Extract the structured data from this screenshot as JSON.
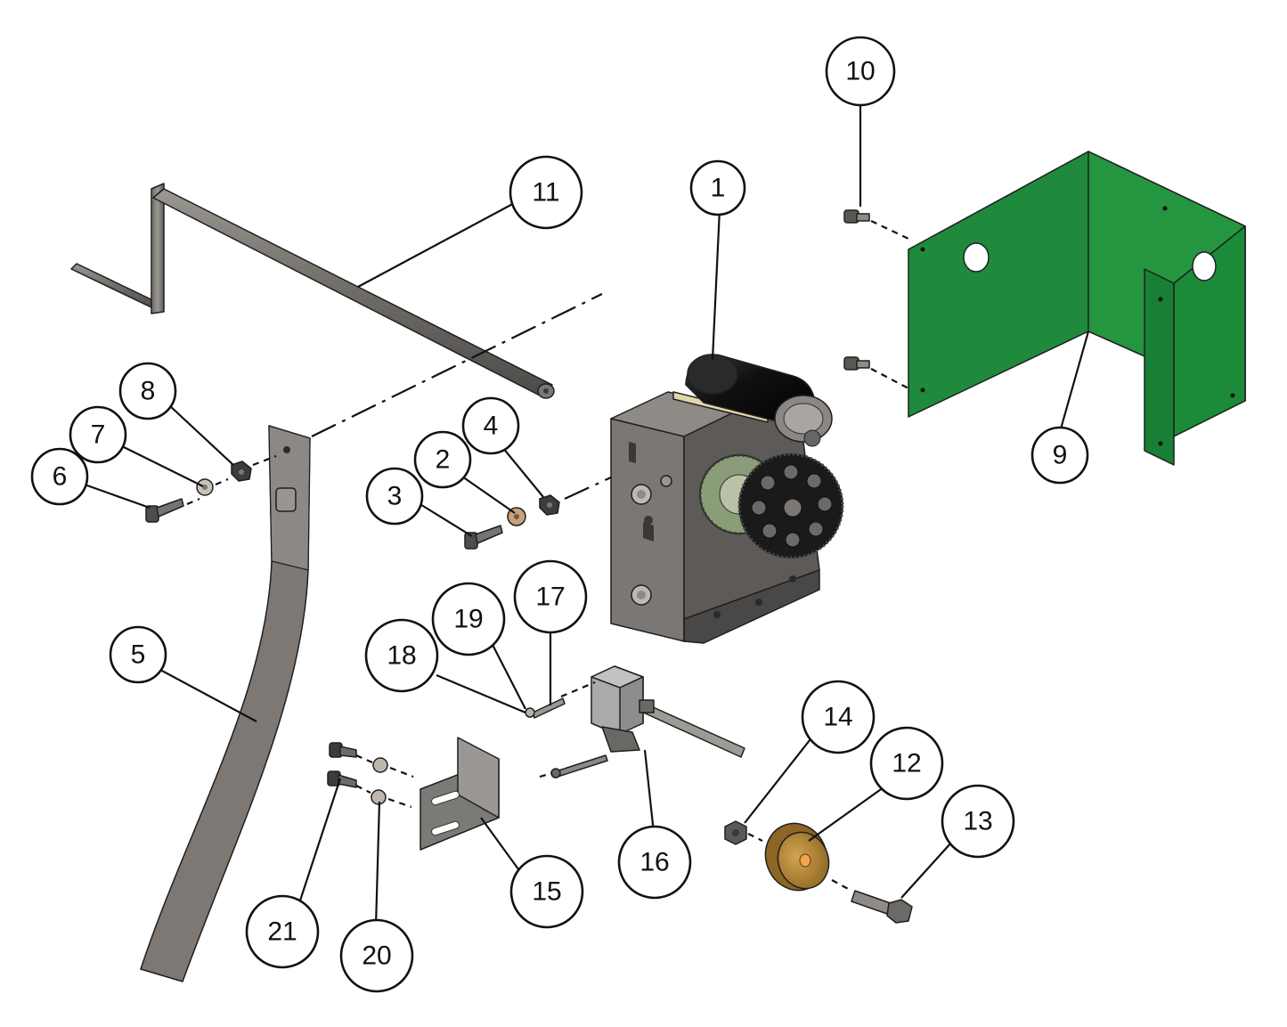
{
  "colors": {
    "bracket_green": "#1f8a3c",
    "bracket_green_dark": "#146c2c",
    "steel": "#7b7874",
    "steel_dark": "#5b5855",
    "steel_light": "#a3a09b",
    "motor_black": "#1b1b1b",
    "pulley_tan": "#b98a36",
    "washer_tan": "#c9a27a"
  },
  "callouts": {
    "c1": "1",
    "c2": "2",
    "c3": "3",
    "c4": "4",
    "c5": "5",
    "c6": "6",
    "c7": "7",
    "c8": "8",
    "c9": "9",
    "c10": "10",
    "c11": "11",
    "c12": "12",
    "c13": "13",
    "c14": "14",
    "c15": "15",
    "c16": "16",
    "c17": "17",
    "c18": "18",
    "c19": "19",
    "c20": "20",
    "c21": "21"
  }
}
